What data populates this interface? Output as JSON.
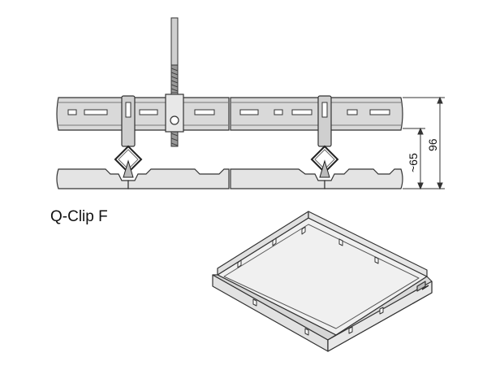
{
  "caption": "Q-Clip F",
  "dimensions": {
    "inner": "~65",
    "outer": "96"
  },
  "colors": {
    "rail_fill": "#d9d9d9",
    "panel_fill": "#e4e4e4",
    "line": "#333333",
    "hanger_fill": "#cfcfcf",
    "spring": "#a0a0a0"
  }
}
